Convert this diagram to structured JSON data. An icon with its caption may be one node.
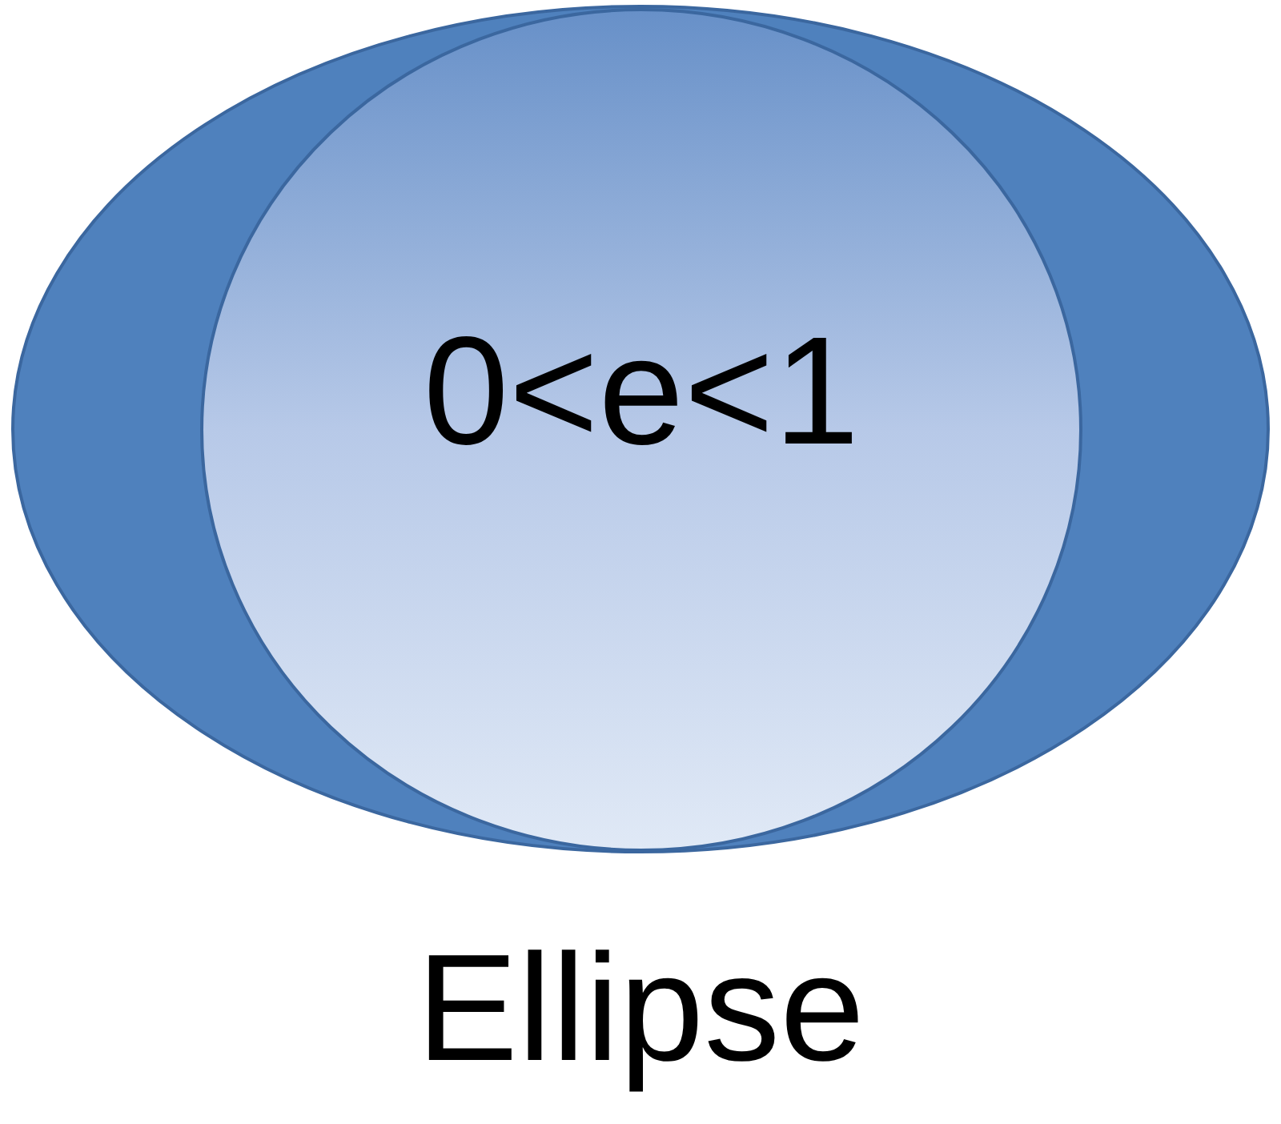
{
  "diagram": {
    "nodes": [
      {
        "text": [],
        "shape": "ellipse",
        "beside": [
          "Ellipse"
        ]
      },
      {
        "text": [
          "0<e<1"
        ],
        "in": 0
      }
    ]
  }
}
